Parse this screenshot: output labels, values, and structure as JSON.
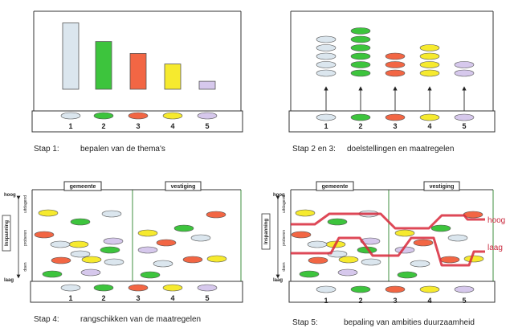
{
  "colors": {
    "theme1": "#dbe6ee",
    "theme2": "#3dc43d",
    "theme3": "#f26644",
    "theme4": "#f6ea2e",
    "theme5": "#d6c8ec",
    "frame": "#333333",
    "divider": "#3f8f3f",
    "ambition_line": "#d8283a"
  },
  "themes": [
    "1",
    "2",
    "3",
    "4",
    "5"
  ],
  "step1": {
    "label": "Stap 1:",
    "caption": "bepalen van de thema's",
    "bar_values": [
      5,
      3.6,
      2.7,
      1.9,
      0.6
    ]
  },
  "step23": {
    "label": "Stap 2 en 3:",
    "caption": "doelstellingen en maatregelen",
    "stack_counts": [
      5,
      6,
      3,
      4,
      2
    ]
  },
  "step4": {
    "label": "Stap 4:",
    "caption": "rangschikken van de maatregelen",
    "col_left": "gemeente",
    "col_right": "vestiging",
    "axis_title": "Inspanning",
    "axis_top": "hoog",
    "axis_bottom": "laag",
    "axis_sub_top": "uitdagend",
    "axis_sub_mid": "proberen",
    "axis_sub_bottom": "doen"
  },
  "step5": {
    "label": "Stap 5:",
    "caption": "bepaling van ambities duurzaamheid",
    "col_left": "gemeente",
    "col_right": "vestiging",
    "axis_title": "Inspanning",
    "axis_top": "hoog",
    "axis_bottom": "laag",
    "axis_sub_top": "uitdagend",
    "axis_sub_mid": "proberen",
    "axis_sub_bottom": "doen",
    "line_high": "hoog",
    "line_low": "laag"
  }
}
